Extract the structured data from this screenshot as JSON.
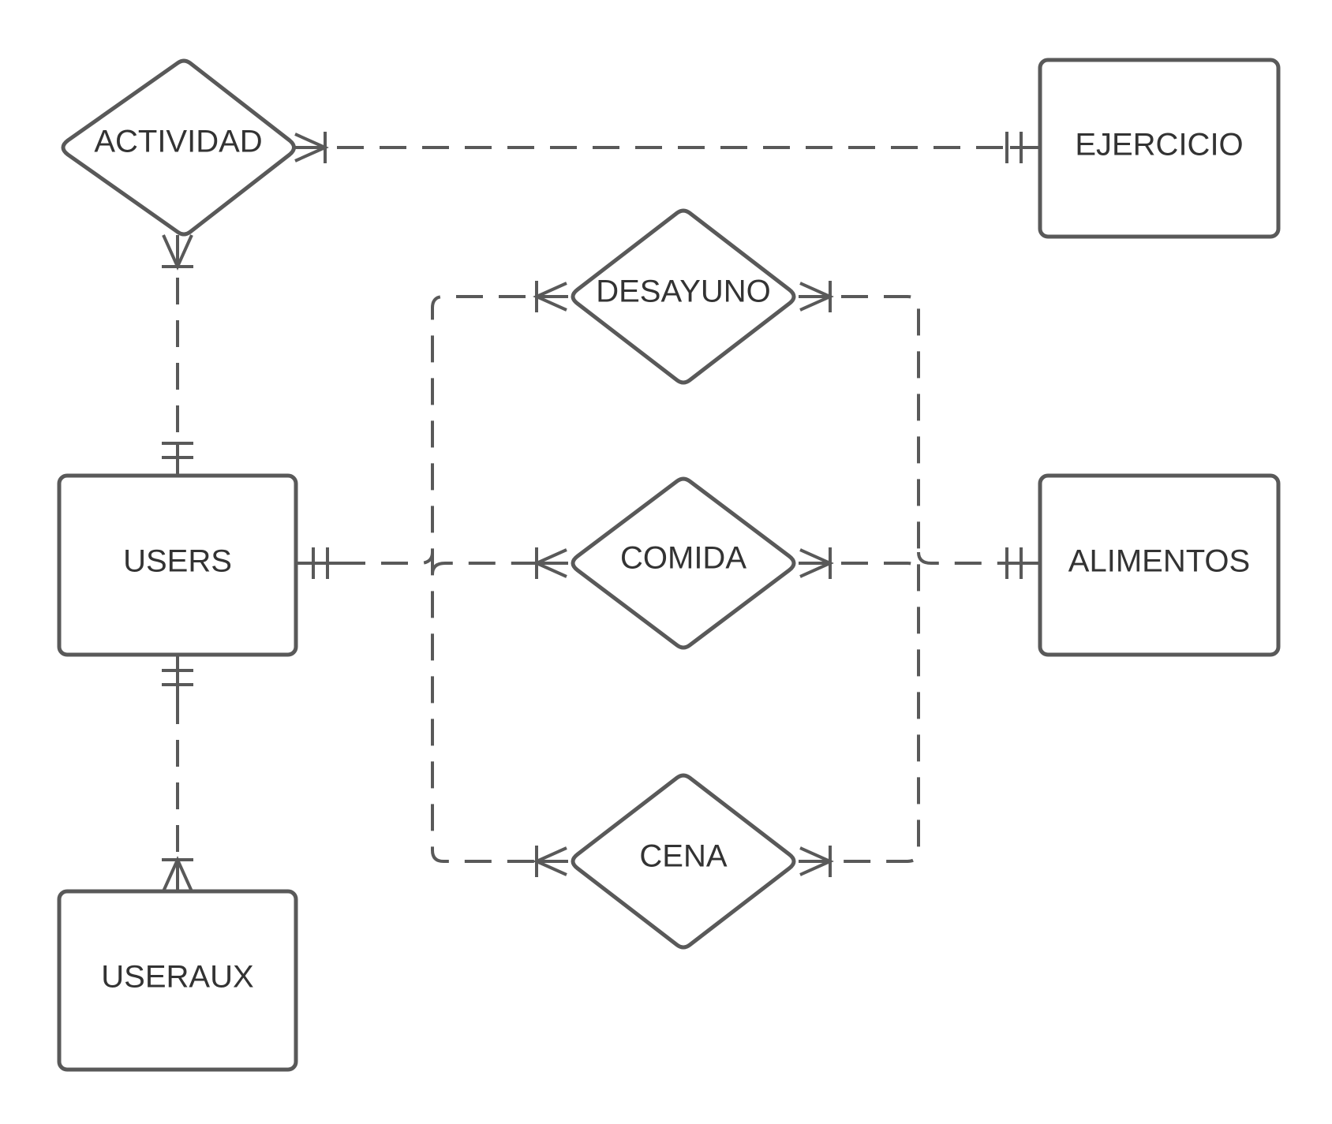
{
  "diagram": {
    "entities": {
      "ejercicio": "EJERCICIO",
      "users": "USERS",
      "alimentos": "ALIMENTOS",
      "useraux": "USERAUX"
    },
    "relationships": {
      "actividad": "ACTIVIDAD",
      "desayuno": "DESAYUNO",
      "comida": "COMIDA",
      "cena": "CENA"
    }
  }
}
